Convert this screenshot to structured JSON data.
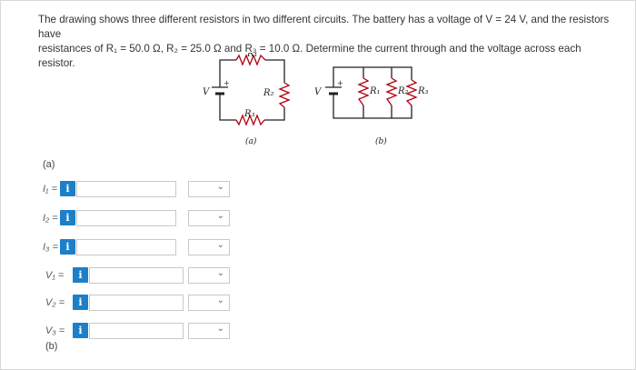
{
  "question": {
    "text_line1": "The drawing shows three different resistors in two different circuits. The battery has a voltage of V = 24 V, and the resistors have",
    "text_line2": "resistances of R₁ = 50.0 Ω, R₂ = 25.0 Ω and R₃ = 10.0 Ω. Determine the current through and the voltage across each resistor."
  },
  "circuit_a": {
    "label": "(a)",
    "v": "V",
    "plus": "+",
    "r1": "R₁",
    "r2": "R₂",
    "r3": "R₃"
  },
  "circuit_b": {
    "label": "(b)",
    "v": "V",
    "plus": "+",
    "r1": "R₁",
    "r2": "R₂",
    "r3": "R₃"
  },
  "part_a_label": "(a)",
  "part_b_label": "(b)",
  "info_icon": "i",
  "rows": [
    {
      "label": "I₁ =",
      "value": "",
      "unit": ""
    },
    {
      "label": "I₂ =",
      "value": "",
      "unit": ""
    },
    {
      "label": "I₃ =",
      "value": "",
      "unit": ""
    },
    {
      "label": "V₁ =",
      "value": "",
      "unit": ""
    },
    {
      "label": "V₂ =",
      "value": "",
      "unit": ""
    },
    {
      "label": "V₃ =",
      "value": "",
      "unit": ""
    }
  ],
  "colors": {
    "info_button": "#1e7fc9",
    "border": "#c9c9c9",
    "resistor": "#b0000f"
  }
}
